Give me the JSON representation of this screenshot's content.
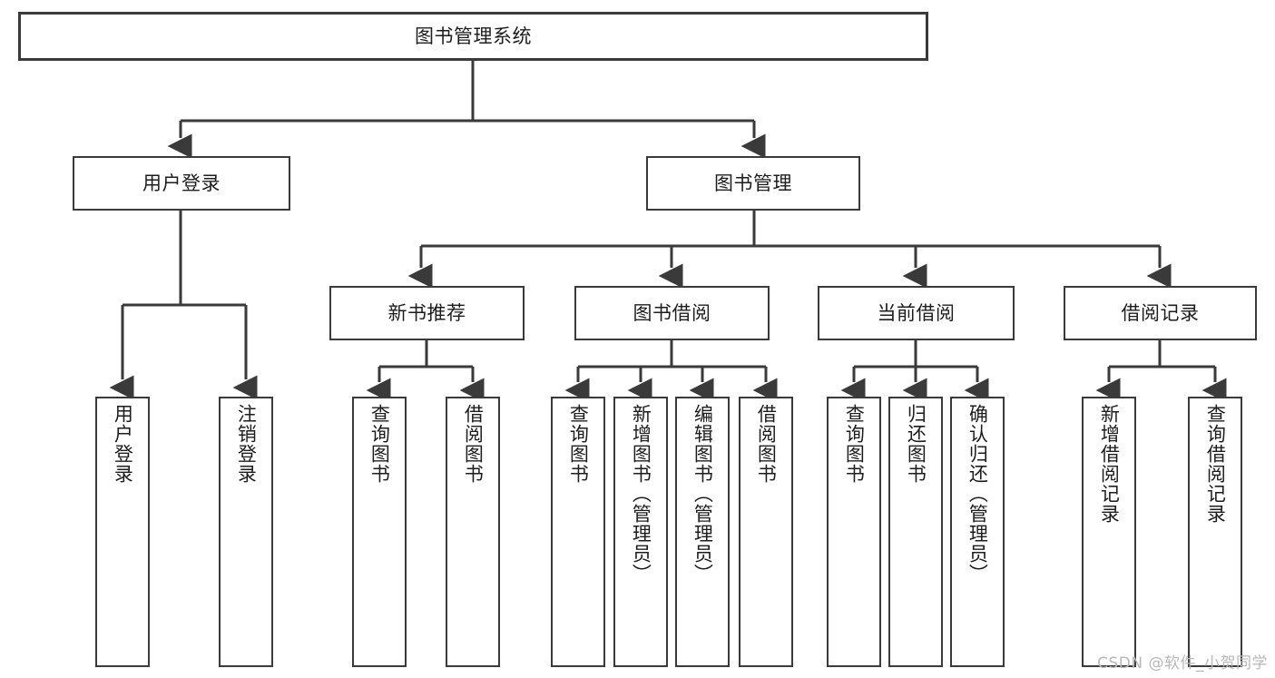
{
  "diagram": {
    "title": "图书管理系统",
    "watermark": "CSDN @软件_小贺同学",
    "stroke_color": "#3a3a3a",
    "background_color": "#ffffff",
    "text_color": "#1d1d1d",
    "watermark_color": "#b8b8b8",
    "root": {
      "label": "图书管理系统"
    },
    "level2": [
      {
        "label": "用户登录"
      },
      {
        "label": "图书管理"
      }
    ],
    "level3": [
      {
        "label": "新书推荐"
      },
      {
        "label": "图书借阅"
      },
      {
        "label": "当前借阅"
      },
      {
        "label": "借阅记录"
      }
    ],
    "leaves": {
      "user_login": [
        {
          "label": "用户登录"
        },
        {
          "label": "注销登录"
        }
      ],
      "new_book": [
        {
          "label": "查询图书"
        },
        {
          "label": "借阅图书"
        }
      ],
      "book_borrow": [
        {
          "label": "查询图书"
        },
        {
          "label": "新增图书（管理员）"
        },
        {
          "label": "编辑图书（管理员）"
        },
        {
          "label": "借阅图书"
        }
      ],
      "current_borrow": [
        {
          "label": "查询图书"
        },
        {
          "label": "归还图书"
        },
        {
          "label": "确认归还（管理员）"
        }
      ],
      "borrow_record": [
        {
          "label": "新增借阅记录"
        },
        {
          "label": "查询借阅记录"
        }
      ]
    }
  }
}
